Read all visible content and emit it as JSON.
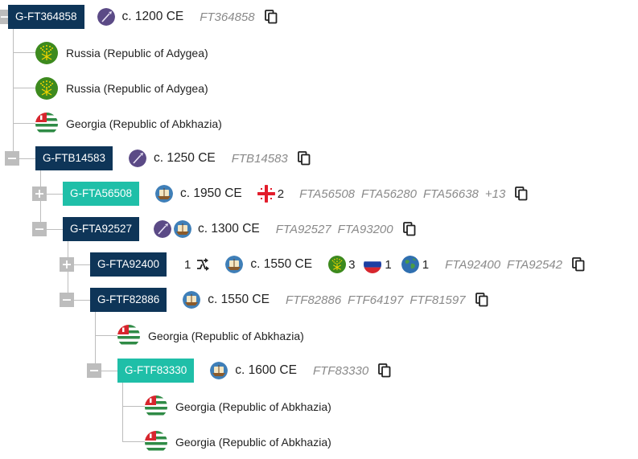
{
  "rows": [
    {
      "label": "G-FT364858",
      "date": "c. 1200 CE",
      "kits": [
        "FT364858"
      ]
    },
    {
      "loc": "Russia (Republic of Adygea)"
    },
    {
      "loc": "Russia (Republic of Adygea)"
    },
    {
      "loc": "Georgia (Republic of Abkhazia)"
    },
    {
      "label": "G-FTB14583",
      "date": "c. 1250 CE",
      "kits": [
        "FTB14583"
      ]
    },
    {
      "label": "G-FTA56508",
      "date": "c. 1950 CE",
      "count": "2",
      "kits": [
        "FTA56508",
        "FTA56280",
        "FTA56638",
        "+13"
      ]
    },
    {
      "label": "G-FTA92527",
      "date": "c. 1300 CE",
      "kits": [
        "FTA92527",
        "FTA93200"
      ]
    },
    {
      "label": "G-FTA92400",
      "branches": "1",
      "date": "c. 1550 CE",
      "counts": [
        "3",
        "1",
        "1"
      ],
      "kits": [
        "FTA92400",
        "FTA92542"
      ]
    },
    {
      "label": "G-FTF82886",
      "date": "c. 1550 CE",
      "kits": [
        "FTF82886",
        "FTF64197",
        "FTF81597"
      ]
    },
    {
      "loc": "Georgia (Republic of Abkhazia)"
    },
    {
      "label": "G-FTF83330",
      "date": "c. 1600 CE",
      "kits": [
        "FTF83330"
      ]
    },
    {
      "loc": "Georgia (Republic of Abkhazia)"
    },
    {
      "loc": "Georgia (Republic of Abkhazia)"
    }
  ],
  "colors": {
    "dark_node": "#0e3558",
    "teal_node": "#1fbfa8",
    "connector": "#bdbdbd",
    "kit_text": "#8a8a8a"
  },
  "icons": [
    "spear-icon",
    "ship-icon",
    "copy-icon",
    "branch-icon",
    "georgia-flag",
    "russia-flag",
    "globe-icon",
    "adygea-flag",
    "abkhazia-flag"
  ]
}
